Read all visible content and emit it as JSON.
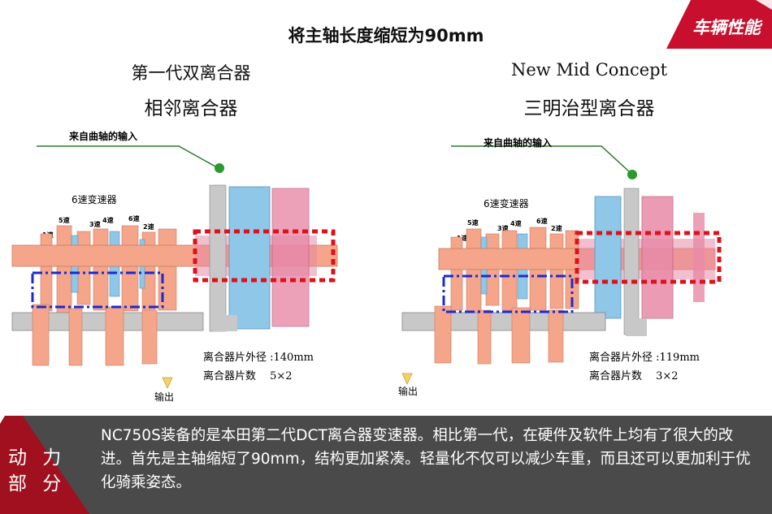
{
  "header": {
    "headline": "将主轴长度缩短为90mm",
    "category_tag": "车辆性能",
    "tag_color": "#c8102e"
  },
  "left_panel": {
    "title_line1": "第一代双离合器",
    "title_line2": "相邻离合器",
    "input_label": "来自曲轴的输入",
    "gearbox_label": "6速变速器",
    "gear_labels": [
      "1速",
      "5速",
      "3速",
      "4速",
      "6速",
      "2速"
    ],
    "spec_diameter": "离合器片外径 :140mm",
    "spec_count": "离合器片数　 5×2",
    "output_label": "输出"
  },
  "right_panel": {
    "title_line1": "New Mid Concept",
    "title_line2": "三明治型离合器",
    "input_label": "来自曲轴的输入",
    "gearbox_label": "6速变速器",
    "gear_labels": [
      "1速",
      "5速",
      "3速",
      "4速",
      "6速",
      "2速"
    ],
    "spec_diameter": "离合器片外径 :119mm",
    "spec_count": "离合器片数　 3×2",
    "output_label": "输出"
  },
  "footer": {
    "section_label_line1": "动 力",
    "section_label_line2": "部 分",
    "body": "NC750S装备的是本田第二代DCT离合器变速器。相比第一代，在硬件及软件上均有了很大的改进。首先是主轴缩短了90mm，结构更加紧凑。轻量化不仅可以减少车重，而且还可以更加利于优化骑乘姿态。"
  },
  "colors": {
    "shaft": "#f4a58a",
    "clutch_blue": "#8fc7e8",
    "clutch_pink": "#e88aa8",
    "gray_shaft": "#c8c8c8",
    "red_box": "#e0101a",
    "blue_box": "#1a2ad0",
    "input_dot": "#2a9a2a",
    "output_arrow": "#f4d26a"
  }
}
